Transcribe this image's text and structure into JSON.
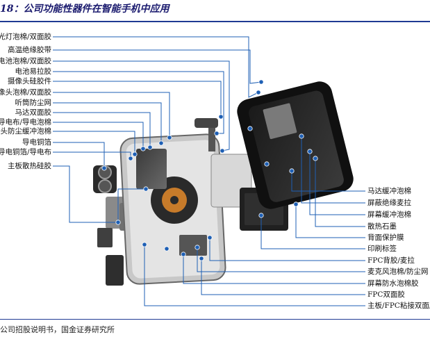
{
  "figure_title": "18：公司功能性器件在智能手机中应用",
  "source_note": "公司招股说明书，国金证券研究所",
  "left_labels": [
    "闪光灯泡棉/双面胶",
    "高温绝缘胶带",
    "电池泡棉/双面胶",
    "电池易拉胶",
    "摄像头硅胶件",
    "摄像头泡棉/双面胶",
    "听筒防尘网",
    "马达双面胶",
    "电池导电布/导电泡棉",
    "摄像头防尘缓冲泡棉",
    "导电铜箔",
    "导电铜箔/导电布",
    "主板散热硅胶"
  ],
  "right_labels": [
    "马达缓冲泡棉",
    "屏蔽绝缘麦拉",
    "屏幕缓冲泡棉",
    "散热石墨",
    "背面保护膜",
    "印刷标签",
    "FPC背胶/麦拉",
    "麦克风泡棉/防尘网",
    "屏幕防水泡棉胶",
    "FPC双面胶",
    "主板/FPC粘接双面胶"
  ],
  "colors": {
    "leader_line": "#1e5fb4",
    "dot": "#1e5fb4",
    "title": "#1a1a6e",
    "rule": "#1f3a93"
  }
}
